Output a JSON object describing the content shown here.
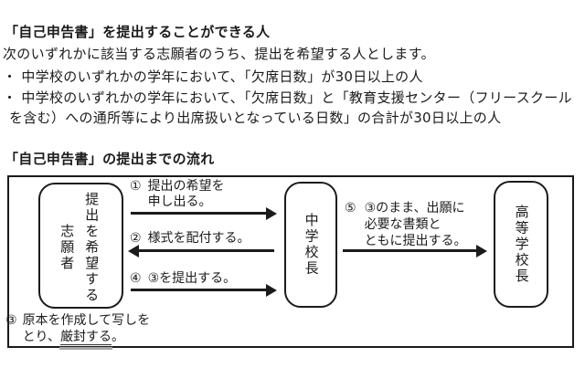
{
  "intro": {
    "heading_eligible": "「自己申告書」を提出することができる人",
    "description": "次のいずれかに該当する志願者のうち、提出を希望する人とします。",
    "bullet1": "・ 中学校のいずれかの学年において、「欠席日数」が30日以上の人",
    "bullet2_line1": "・ 中学校のいずれかの学年において、「欠席日数」と「教育支援センター（フリースクール",
    "bullet2_line2": "を含む）への通所等により出席扱いとなっている日数」の合計が30日以上の人",
    "heading_flow": "「自己申告書」の提出までの流れ"
  },
  "diagram": {
    "applicant": {
      "main": "提出を希望する",
      "sub": "志願者"
    },
    "middle_school": "中学校長",
    "high_school": "高等学校長",
    "steps": {
      "s1": {
        "num": "①",
        "line1": "提出の希望を",
        "line2": "申し出る。"
      },
      "s2": {
        "num": "②",
        "line1": "様式を配付する。"
      },
      "s3": {
        "num": "③",
        "line1": "原本を作成して写しを",
        "line2_prefix": "とり、",
        "line2_emphasis": "厳封する",
        "line2_suffix": "。"
      },
      "s4": {
        "num": "④",
        "line1": "③を提出する。"
      },
      "s5": {
        "num": "⑤",
        "line1": "③のまま、出願に",
        "line2": "必要な書類と",
        "line3": "ともに提出する。"
      }
    }
  },
  "colors": {
    "text": "#1b1b1b",
    "border": "#1b1b1b",
    "seal_underline_bar": "#a6a6a6",
    "background": "#ffffff"
  }
}
